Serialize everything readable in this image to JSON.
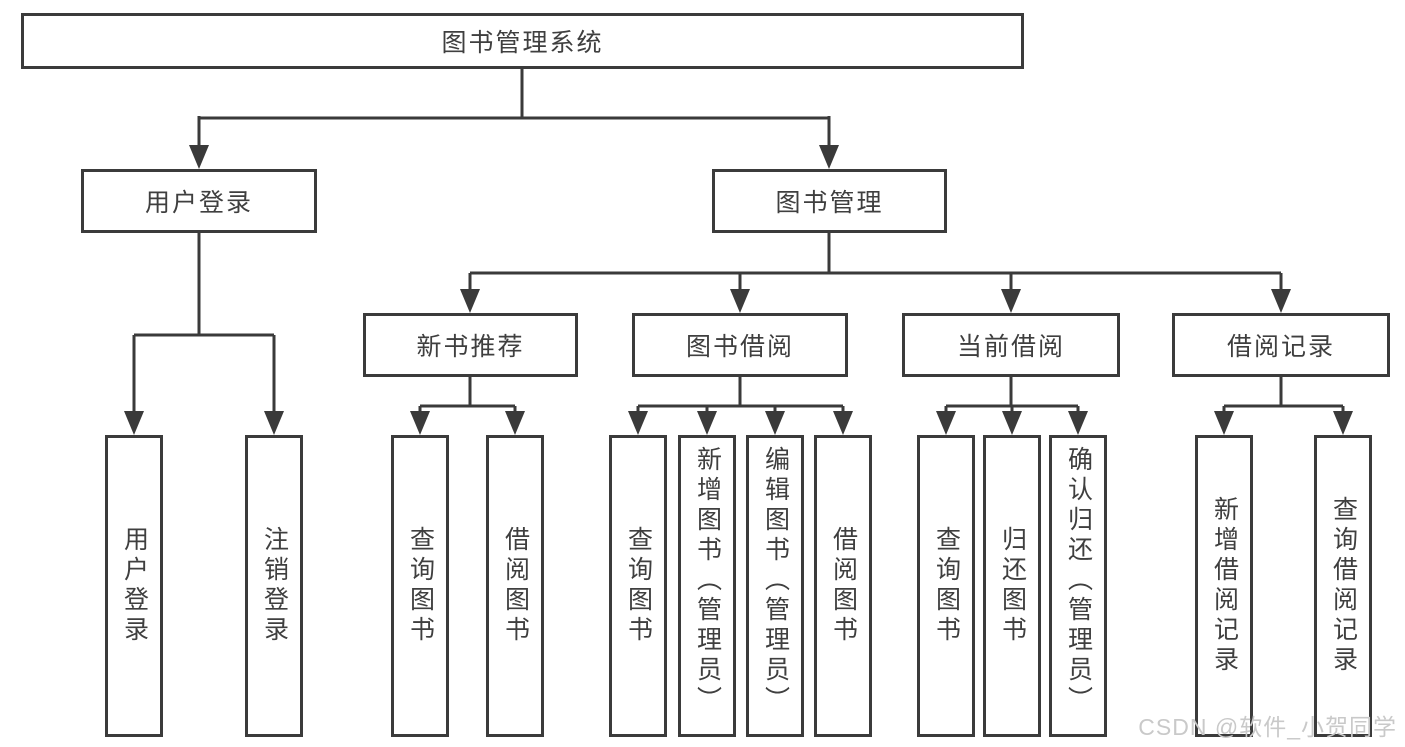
{
  "colors": {
    "line": "#3a3a3a",
    "box_border": "#3b3b3b",
    "text": "#3f3f3f",
    "watermark": "#c9c9c9",
    "background": "#ffffff"
  },
  "diagram": {
    "root": "图书管理系统",
    "branches": {
      "user_login": {
        "label": "用户登录",
        "children": [
          "用户登录",
          "注销登录"
        ]
      },
      "book_management": {
        "label": "图书管理",
        "sections": {
          "new_book_recommend": {
            "label": "新书推荐",
            "children": [
              "查询图书",
              "借阅图书"
            ]
          },
          "book_borrowing": {
            "label": "图书借阅",
            "children": [
              "查询图书",
              "新增图书（管理员）",
              "编辑图书（管理员）",
              "借阅图书"
            ]
          },
          "current_borrowing": {
            "label": "当前借阅",
            "children": [
              "查询图书",
              "归还图书",
              "确认归还（管理员）"
            ]
          },
          "borrowing_records": {
            "label": "借阅记录",
            "children": [
              "新增借阅记录",
              "查询借阅记录"
            ]
          }
        }
      }
    }
  },
  "watermark": {
    "text": "CSDN @软件_小贺同学"
  }
}
